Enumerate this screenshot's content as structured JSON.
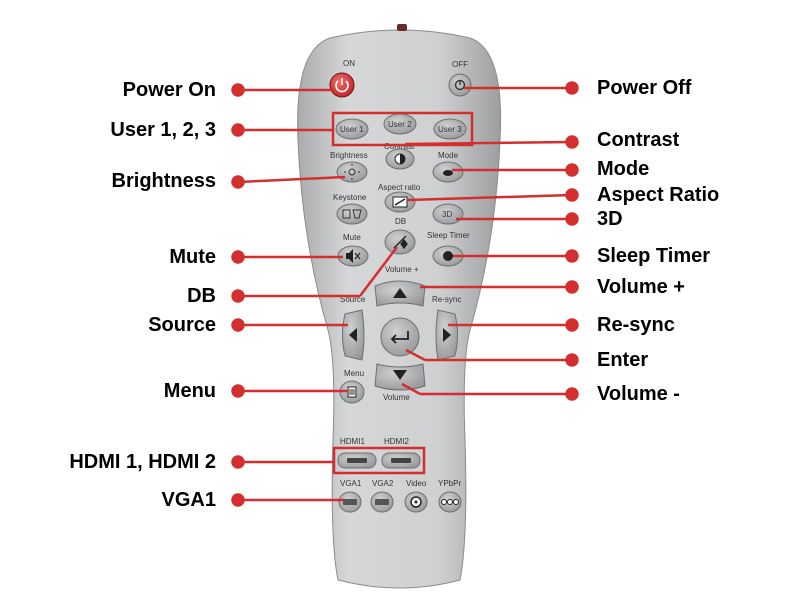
{
  "colors": {
    "accent": "#d32f2f",
    "remote_body": "#c9cacb",
    "button": "#9ea0a2",
    "power": "#c62828"
  },
  "callouts": {
    "power_on": "Power On",
    "user_123": "User 1, 2, 3",
    "brightness": "Brightness",
    "mute": "Mute",
    "db": "DB",
    "source": "Source",
    "menu": "Menu",
    "hdmi": "HDMI 1, HDMI 2",
    "vga1": "VGA1",
    "power_off": "Power Off",
    "contrast": "Contrast",
    "mode": "Mode",
    "aspect_ratio": "Aspect Ratio",
    "three_d": "3D",
    "sleep_timer": "Sleep Timer",
    "volume_plus": "Volume +",
    "resync": "Re-sync",
    "enter": "Enter",
    "volume_minus": "Volume -"
  },
  "remote": {
    "on": "ON",
    "off": "OFF",
    "user1": "User 1",
    "user2": "User 2",
    "user3": "User 3",
    "brightness": "Brightness",
    "contrast": "Contrast",
    "mode": "Mode",
    "keystone": "Keystone",
    "aspect_ratio": "Aspect ratio",
    "three_d": "3D",
    "db": "DB",
    "mute": "Mute",
    "sleep_timer": "Sleep Timer",
    "volume_plus": "Volume +",
    "source": "Source",
    "resync": "Re-sync",
    "menu": "Menu",
    "volume": "Volume",
    "hdmi1": "HDMI1",
    "hdmi2": "HDMI2",
    "vga1": "VGA1",
    "vga2": "VGA2",
    "video": "Video",
    "ypbpr": "YPbPr"
  }
}
